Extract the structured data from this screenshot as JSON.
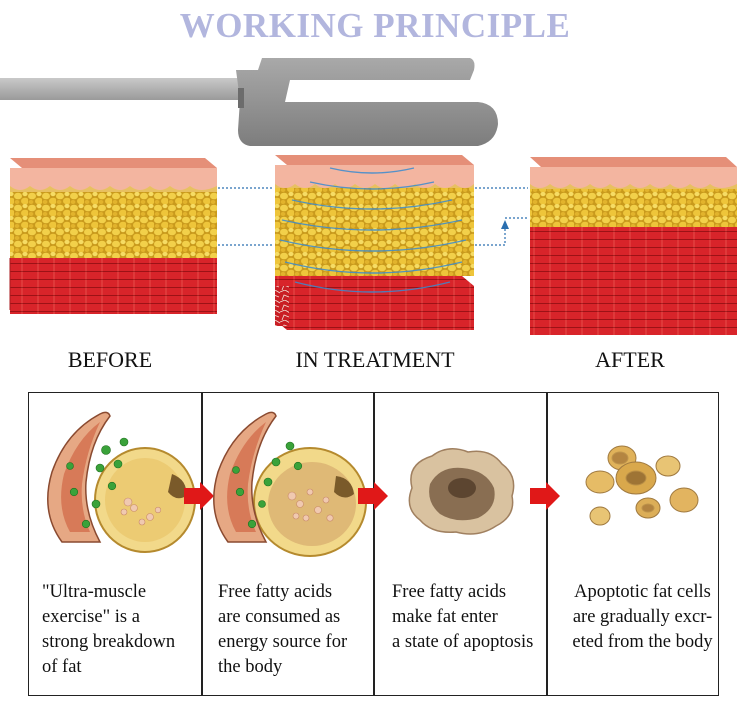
{
  "title": "WORKING PRINCIPLE",
  "stages": {
    "before": "BEFORE",
    "during": "IN TREATMENT",
    "after": "AFTER"
  },
  "steps": [
    {
      "caption": "\"Ultra-muscle\nexercise\" is a\nstrong breakdown\nof fat"
    },
    {
      "caption": "Free fatty acids\nare consumed as\nenergy source for\nthe body"
    },
    {
      "caption": "Free fatty acids\nmake fat enter\na state of apoptosis"
    },
    {
      "caption": "Apoptotic fat cells\nare gradually excr-\neted from the body"
    }
  ],
  "colors": {
    "title": "#b2b6de",
    "skin": "#f3b5a0",
    "fat": "#e8c23a",
    "muscle": "#d8242a",
    "arrow": "#e01818",
    "handle": "#8a8a8a"
  }
}
